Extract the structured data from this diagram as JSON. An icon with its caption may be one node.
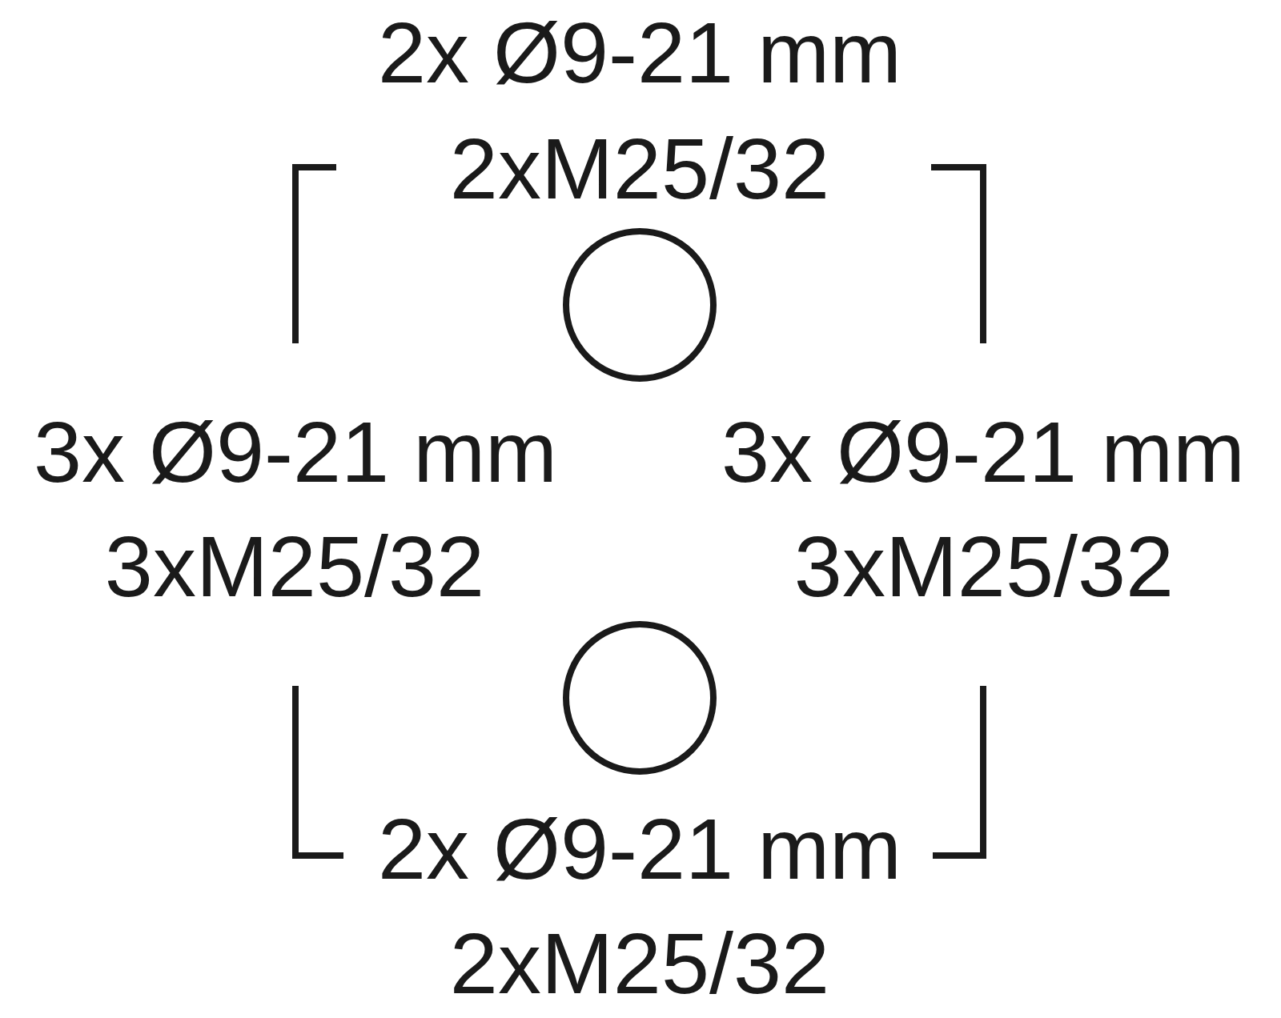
{
  "diagram": {
    "nodes": [
      {
        "text": [],
        "shape": "circle"
      },
      {
        "text": [],
        "shape": "circle"
      }
    ],
    "labels": [
      "2x Ø9-21 mm",
      "2xM25/32",
      "3x Ø9-21 mm",
      "3x Ø9-21 mm",
      "3xM25/32",
      "3xM25/32",
      "2x Ø9-21 mm",
      "2xM25/32"
    ]
  }
}
